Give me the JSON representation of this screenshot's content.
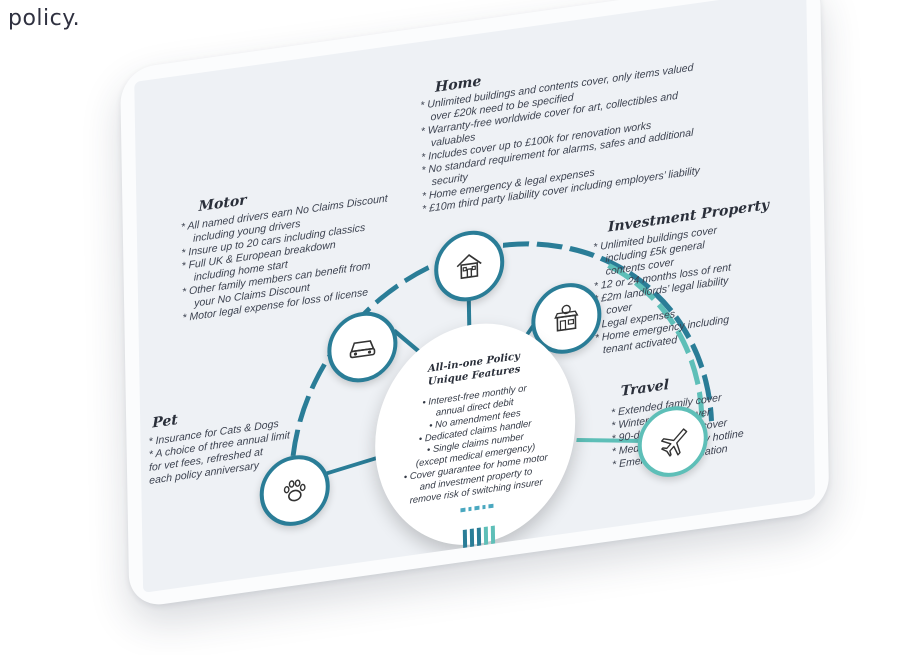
{
  "caption": "policy.",
  "colors": {
    "teal_dark": "#2a7d97",
    "teal_light": "#5ebfb8",
    "screen_bg": "#eef1f5"
  },
  "sections": {
    "home": {
      "title": "Home",
      "icon": "house-icon",
      "items": [
        "* Unlimited buildings and contents cover, only items valued",
        "over £20k need to be specified",
        "* Warranty-free worldwide cover for art, collectibles and",
        "valuables",
        "* Includes cover up to £100k for renovation works",
        "* No standard requirement for alarms, safes and additional",
        "security",
        "* Home emergency & legal expenses",
        "* £10m third party liability cover including employers’ liability"
      ]
    },
    "motor": {
      "title": "Motor",
      "icon": "car-icon",
      "items": [
        "* All named drivers earn No Claims Discount",
        "including young drivers",
        "* Insure up to 20 cars including classics",
        "* Full UK & European breakdown",
        "including home start",
        "* Other family members can benefit from",
        "your No Claims Discount",
        "* Motor legal expense for loss of license"
      ]
    },
    "investment": {
      "title": "Investment Property",
      "icon": "shop-icon",
      "items": [
        "* Unlimited buildings cover",
        "including £5k general",
        "contents cover",
        "* 12 or 24 months loss of rent",
        "* £2m landlords’ legal liability",
        "cover",
        "* Legal expenses",
        "* Home emergency including",
        "tenant activated"
      ]
    },
    "pet": {
      "title": "Pet",
      "icon": "paw-icon",
      "items": [
        "* Insurance for Cats & Dogs",
        "* A choice of three annual limit",
        "for vet fees, refreshed at",
        "each policy anniversary"
      ]
    },
    "travel": {
      "title": "Travel",
      "icon": "plane-icon",
      "items": [
        "* Extended family cover",
        "* Winter Sports cover",
        "* 90-day single trip cover",
        "* Medical emergency hotline",
        "* Emergency repatriation"
      ]
    }
  },
  "center": {
    "title_line1": "All-in-one Policy",
    "title_line2": "Unique Features",
    "items": [
      "• Interest-free monthly or",
      "annual direct debit",
      "• No amendment fees",
      "• Dedicated claims handler",
      "• Single claims number",
      "(except medical emergency)",
      "• Cover guarantee for home motor",
      "and investment property to",
      "remove risk of switching insurer"
    ]
  }
}
